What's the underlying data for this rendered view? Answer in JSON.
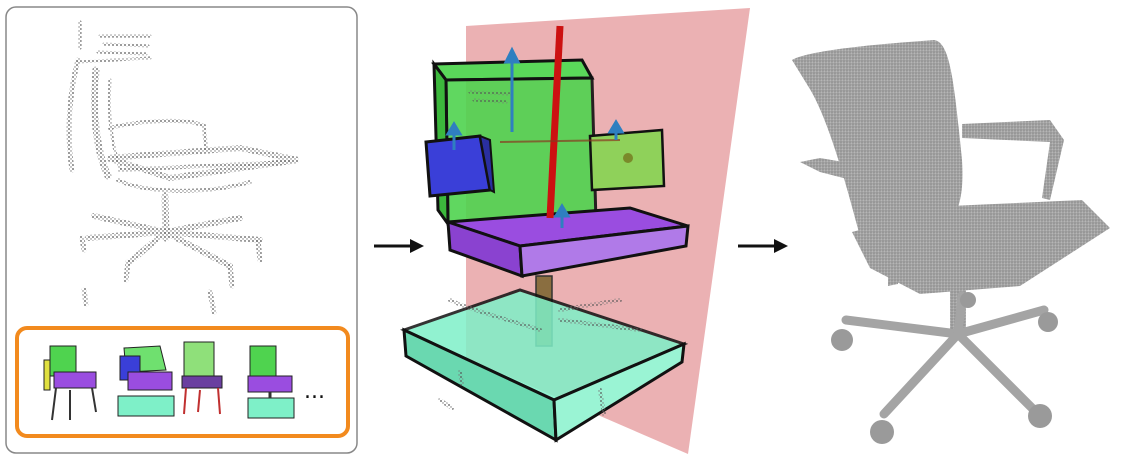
{
  "figure": {
    "input_panel": {
      "name": "partial-point-cloud-panel",
      "border_color": "#888888"
    },
    "prior_box": {
      "border_color": "#f28a1e",
      "more_label": "...",
      "thumbnails": [
        "chair-prior-1",
        "chair-prior-2",
        "chair-prior-3",
        "chair-prior-4"
      ]
    },
    "arrows": [
      "right-arrow",
      "right-arrow"
    ],
    "structure_panel": {
      "symmetry_plane_color": "#e8a3a6",
      "part_colors": {
        "back": "#4fd34f",
        "seat": "#9a4de0",
        "left_arm": "#3a3fd8",
        "right_arm": "#8fd15a",
        "base": "#7ef0c8",
        "axis": "#cc1111",
        "normal_arrows": "#2f7fc0"
      }
    },
    "output_panel": {
      "name": "completed-point-cloud",
      "point_color": "#9a9a9a"
    }
  }
}
